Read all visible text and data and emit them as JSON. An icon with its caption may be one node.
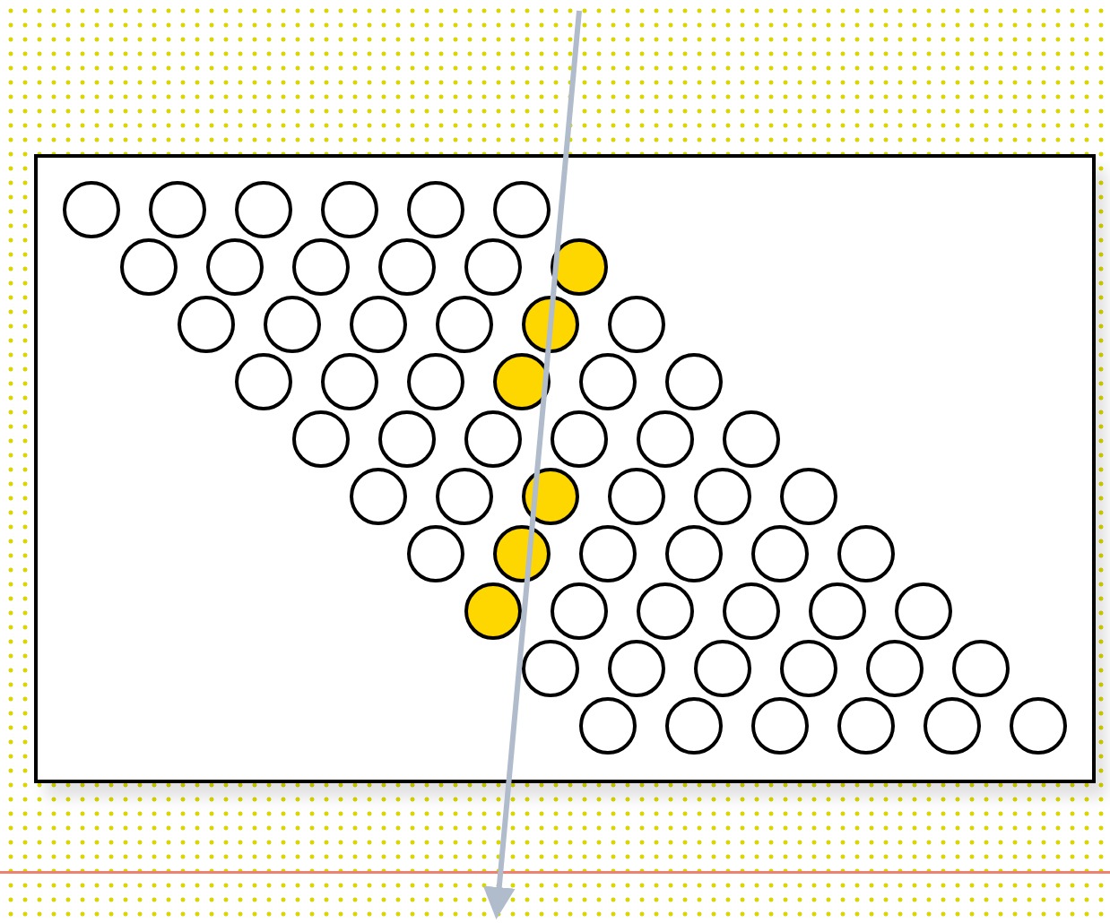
{
  "diagram": {
    "nodes": [
      {
        "text": [],
        "shape": "box"
      },
      {
        "text": [],
        "shape": "circle",
        "in": 0
      },
      {
        "text": [],
        "shape": "circle",
        "in": 0
      },
      {
        "text": [],
        "shape": "circle",
        "in": 0
      },
      {
        "text": [],
        "shape": "circle",
        "in": 0
      },
      {
        "text": [],
        "shape": "circle",
        "in": 0
      },
      {
        "text": [],
        "shape": "circle",
        "in": 0
      },
      {
        "text": [],
        "shape": "circle",
        "in": 0
      },
      {
        "text": [],
        "shape": "circle",
        "in": 0
      },
      {
        "text": [],
        "shape": "circle",
        "in": 0
      },
      {
        "text": [],
        "shape": "circle",
        "in": 0
      },
      {
        "text": [],
        "shape": "circle",
        "in": 0
      },
      {
        "text": [],
        "shape": "circle",
        "in": 0
      },
      {
        "text": [],
        "shape": "circle",
        "in": 0
      },
      {
        "text": [],
        "shape": "circle",
        "in": 0
      },
      {
        "text": [],
        "shape": "circle",
        "in": 0
      },
      {
        "text": [],
        "shape": "circle",
        "in": 0
      },
      {
        "text": [],
        "shape": "circle",
        "in": 0
      },
      {
        "text": [],
        "shape": "circle",
        "in": 0
      },
      {
        "text": [],
        "shape": "circle",
        "in": 0
      },
      {
        "text": [],
        "shape": "circle",
        "in": 0
      },
      {
        "text": [],
        "shape": "circle",
        "in": 0
      },
      {
        "text": [],
        "shape": "circle",
        "in": 0
      },
      {
        "text": [],
        "shape": "circle",
        "in": 0
      },
      {
        "text": [],
        "shape": "circle",
        "in": 0
      },
      {
        "text": [],
        "shape": "circle",
        "in": 0
      },
      {
        "text": [],
        "shape": "circle",
        "in": 0
      },
      {
        "text": [],
        "shape": "circle",
        "in": 0
      },
      {
        "text": [],
        "shape": "circle",
        "in": 0
      },
      {
        "text": [],
        "shape": "circle",
        "in": 0
      },
      {
        "text": [],
        "shape": "circle",
        "in": 0
      },
      {
        "text": [],
        "shape": "circle",
        "in": 0
      },
      {
        "text": [],
        "shape": "circle",
        "in": 0
      },
      {
        "text": [],
        "shape": "circle",
        "in": 0
      },
      {
        "text": [],
        "shape": "circle",
        "in": 0
      },
      {
        "text": [],
        "shape": "circle",
        "in": 0
      },
      {
        "text": [],
        "shape": "circle",
        "in": 0
      },
      {
        "text": [],
        "shape": "circle",
        "in": 0
      },
      {
        "text": [],
        "shape": "circle",
        "in": 0
      },
      {
        "text": [],
        "shape": "circle",
        "in": 0
      },
      {
        "text": [],
        "shape": "circle",
        "in": 0
      },
      {
        "text": [],
        "shape": "circle",
        "in": 0
      },
      {
        "text": [],
        "shape": "circle",
        "in": 0
      },
      {
        "text": [],
        "shape": "circle",
        "in": 0
      },
      {
        "text": [],
        "shape": "circle",
        "in": 0
      },
      {
        "text": [],
        "shape": "circle",
        "in": 0
      },
      {
        "text": [],
        "shape": "circle",
        "in": 0
      },
      {
        "text": [],
        "shape": "circle",
        "in": 0
      },
      {
        "text": [],
        "shape": "circle",
        "in": 0
      },
      {
        "text": [],
        "shape": "circle",
        "in": 0
      },
      {
        "text": [],
        "shape": "circle",
        "in": 0
      },
      {
        "text": [],
        "shape": "circle",
        "in": 0
      },
      {
        "text": [],
        "shape": "circle",
        "in": 0
      },
      {
        "text": [],
        "shape": "circle",
        "in": 0
      },
      {
        "text": [],
        "shape": "circle",
        "in": 0
      },
      {
        "text": [],
        "shape": "circle",
        "in": 0
      },
      {
        "text": [],
        "shape": "circle",
        "in": 0
      },
      {
        "text": [],
        "shape": "circle",
        "in": 0
      },
      {
        "text": [],
        "shape": "circle",
        "in": 0
      },
      {
        "text": [],
        "shape": "circle",
        "in": 0
      },
      {
        "text": [],
        "shape": "circle",
        "in": 0
      }
    ]
  }
}
